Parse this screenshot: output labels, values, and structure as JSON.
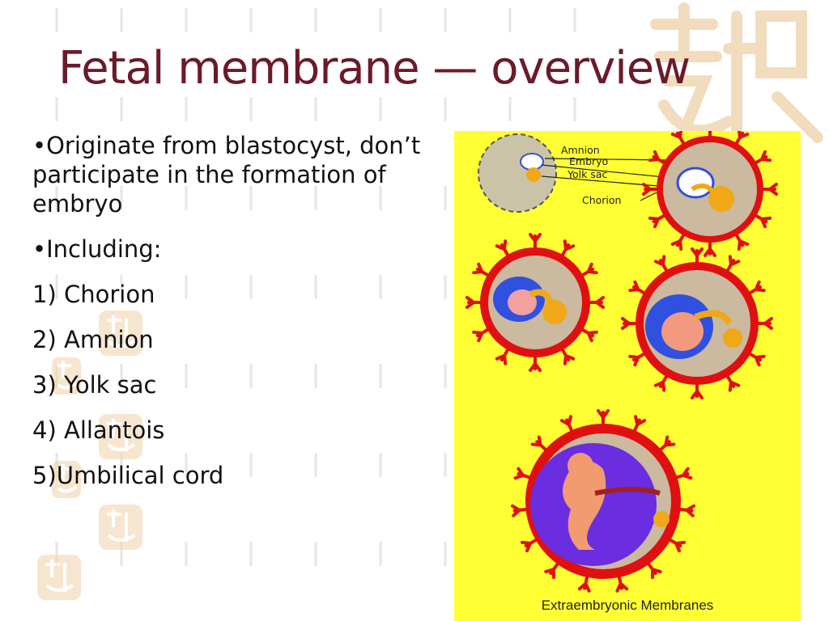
{
  "slide": {
    "title": "Fetal membrane — overview",
    "bullets": [
      "•Originate from blastocyst, don’t participate in the formation of embryo",
      "•Including:",
      "1) Chorion",
      "2) Amnion",
      "3) Yolk sac",
      "4) Allantois",
      "5)Umbilical cord"
    ]
  },
  "figure": {
    "labels": [
      "Amnion",
      "Embryo",
      "Yolk sac",
      "Chorion"
    ],
    "caption": "Extraembryonic Membranes"
  },
  "colors": {
    "title": "#6b1a2a",
    "figure_bg": "#ffff33",
    "chorion_red": "#e01010",
    "amnion_blue": "#3050e0",
    "yolk_orange": "#f0a818",
    "cavity_tan": "#cbb9a0",
    "seal_tan": "#e8c08a"
  }
}
